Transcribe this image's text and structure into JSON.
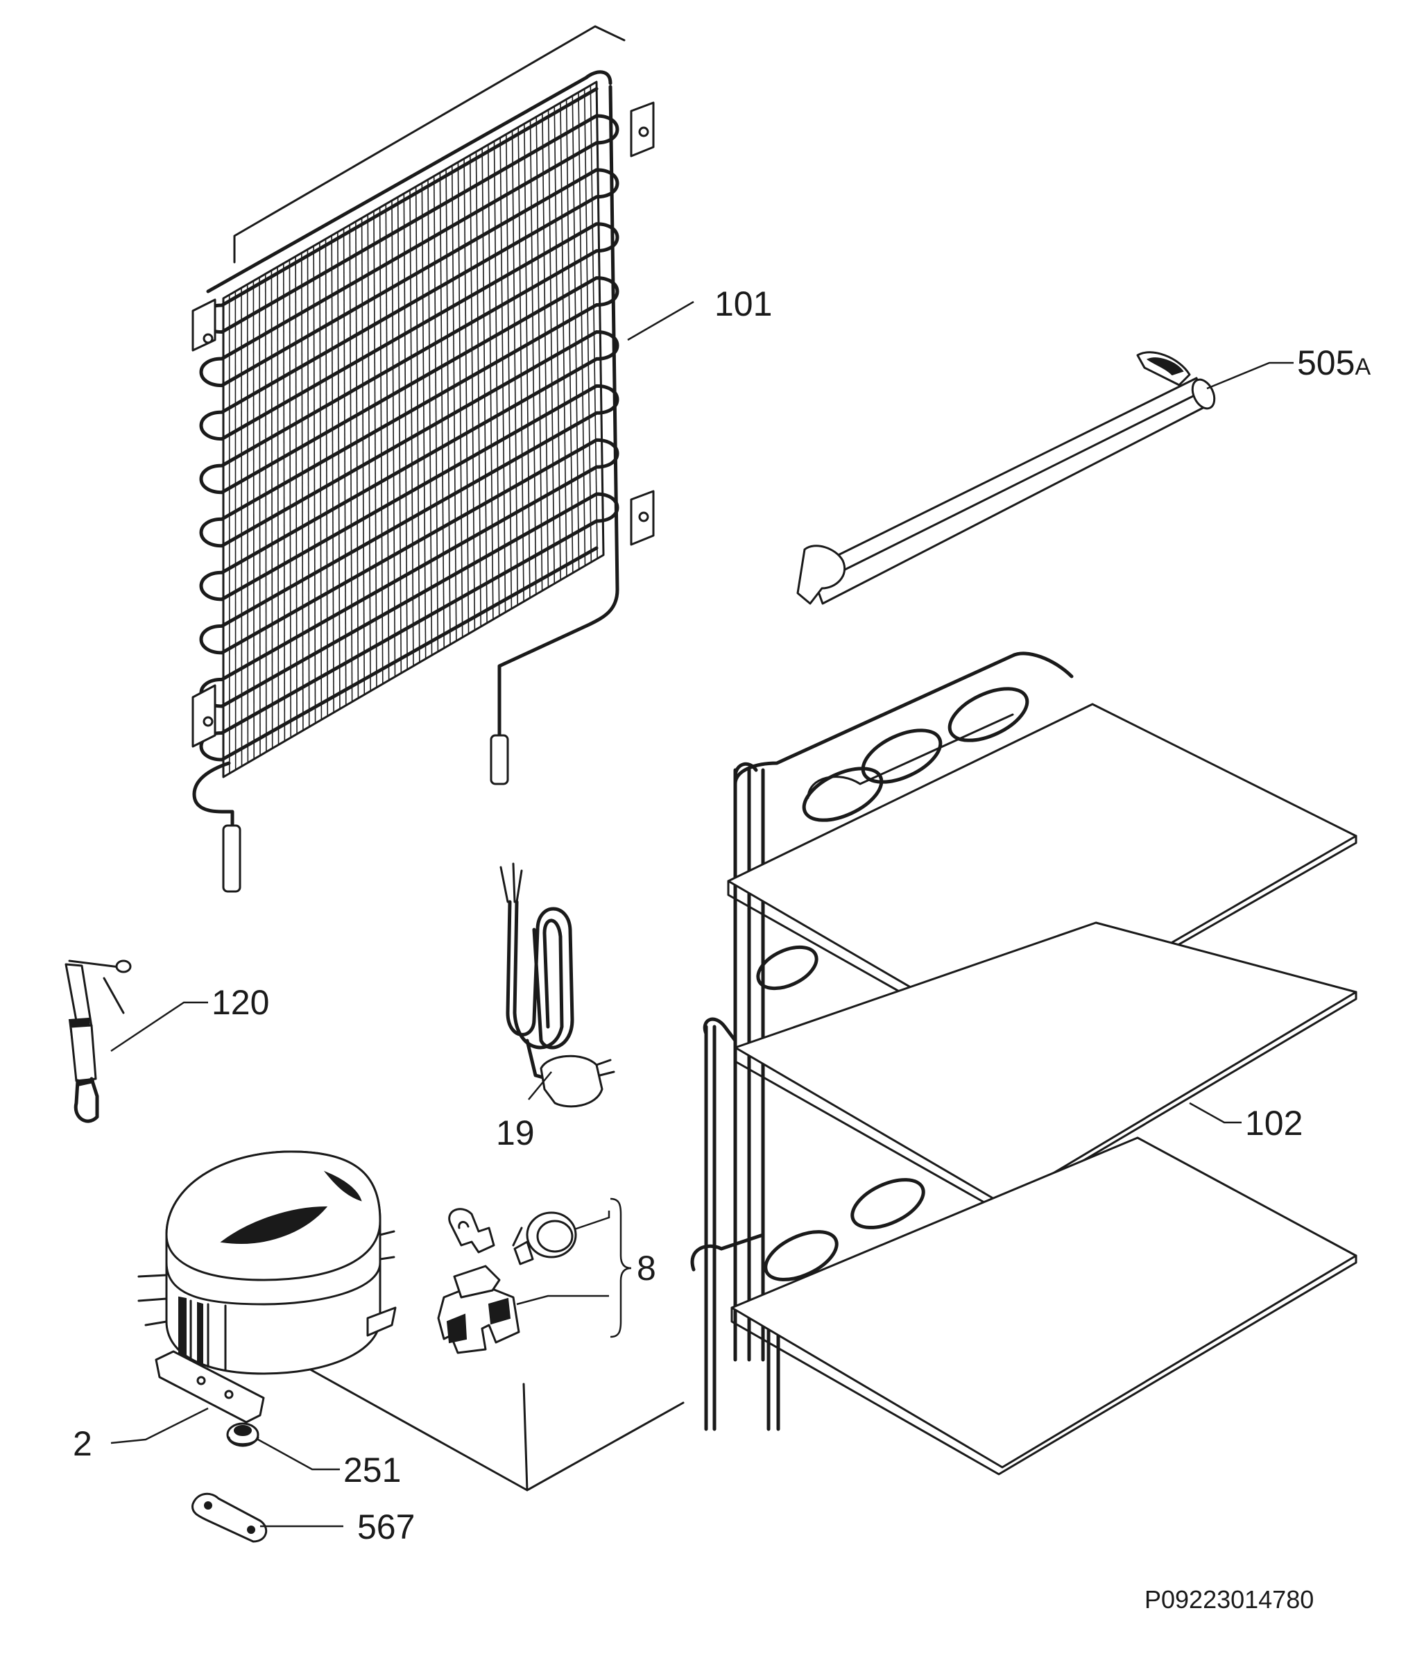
{
  "diagram": {
    "callouts": {
      "c101": "101",
      "c505a_num": "505",
      "c505a_suffix": "A",
      "c120": "120",
      "c19": "19",
      "c102": "102",
      "c8": "8",
      "c2": "2",
      "c251": "251",
      "c567": "567"
    },
    "drawing_code": "P09223014780"
  }
}
